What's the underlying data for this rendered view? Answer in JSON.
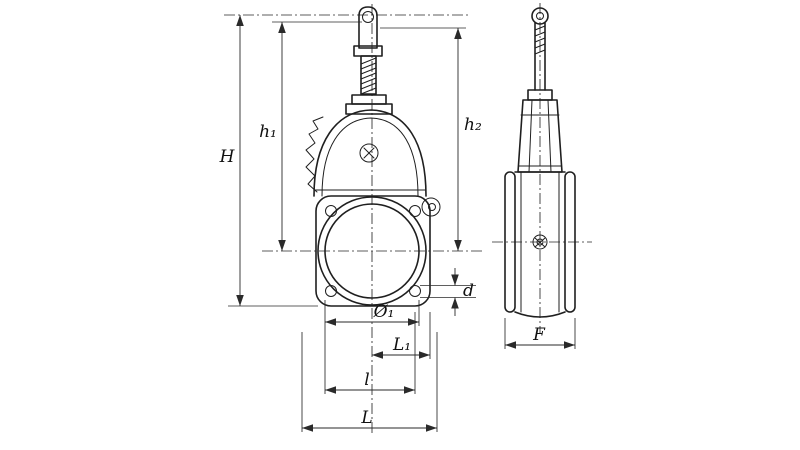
{
  "drawing": {
    "dimensions": {
      "H": "H",
      "h1": "h₁",
      "h2": "h₂",
      "d": "d",
      "dia1": "Ø₁",
      "L1": "L₁",
      "l": "l",
      "L": "L",
      "F": "F"
    },
    "colors": {
      "line": "#1f1f1f",
      "background": "#ffffff"
    }
  }
}
